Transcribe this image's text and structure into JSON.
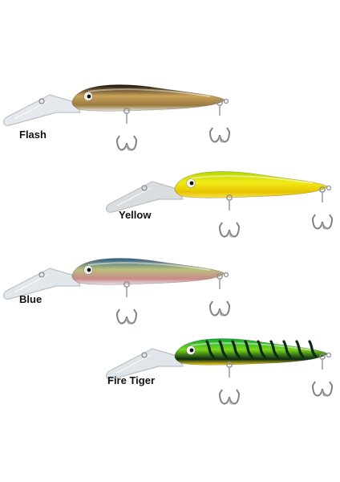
{
  "background": "#ffffff",
  "lures": [
    {
      "label": "Flash",
      "colors": {
        "back": "#1a1208",
        "body": "#c9a25a",
        "belly": "#e8e4df",
        "accent": "#9a7a40",
        "eye": "#f2f0ea",
        "lip": "#e4e7ec"
      },
      "pattern": "plain"
    },
    {
      "label": "Yellow",
      "colors": {
        "back": "#b7d800",
        "body": "#f2ea18",
        "belly": "#f7e34a",
        "accent": "#e6c400",
        "eye": "#f4f6f0",
        "lip": "#d8dcde"
      },
      "pattern": "plain"
    },
    {
      "label": "Blue",
      "colors": {
        "back": "#2e5f8c",
        "body": "#b9c07c",
        "belly": "#e9e1e6",
        "accent": "#c98a8a",
        "eye": "#f1f3ee",
        "lip": "#e1e6ec"
      },
      "pattern": "plain"
    },
    {
      "label": "Fire Tiger",
      "colors": {
        "back": "#12a83a",
        "body": "#79d61d",
        "belly": "#f2d21b",
        "accent": "#0a2a12",
        "eye": "#f4f6f0",
        "lip": "#dfe4e8"
      },
      "pattern": "tiger"
    }
  ]
}
